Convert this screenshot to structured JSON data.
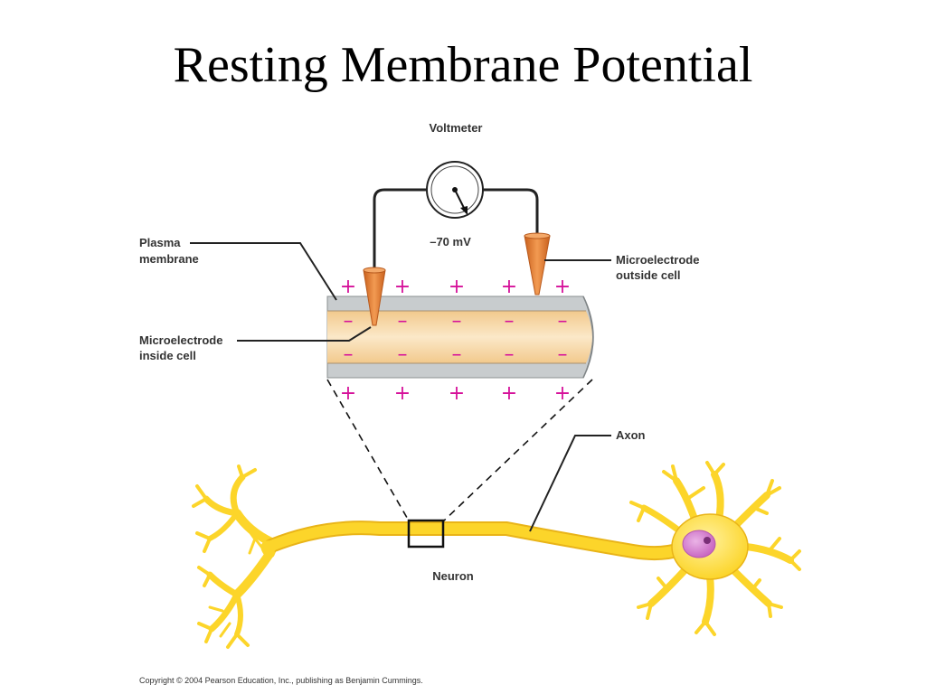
{
  "slide": {
    "title": "Resting Membrane Potential",
    "copyright": "Copyright © 2004 Pearson Education, Inc., publishing as Benjamin Cummings."
  },
  "diagram": {
    "labels": {
      "voltmeter": "Voltmeter",
      "reading": "–70 mV",
      "plasma_membrane_line1": "Plasma",
      "plasma_membrane_line2": "membrane",
      "microelectrode_outside_line1": "Microelectrode",
      "microelectrode_outside_line2": "outside cell",
      "microelectrode_inside_line1": "Microelectrode",
      "microelectrode_inside_line2": "inside cell",
      "axon": "Axon",
      "neuron": "Neuron"
    },
    "signs": {
      "outside": "+",
      "inside": "–"
    },
    "colors": {
      "membrane": "#c8ccce",
      "cytoplasm": "#f2c98c",
      "electrode": "#e8843a",
      "charge": "#d6119a",
      "neuron": "#fcd52a",
      "neuron_outline": "#e9b418",
      "nucleus": "#d98ad2"
    }
  }
}
